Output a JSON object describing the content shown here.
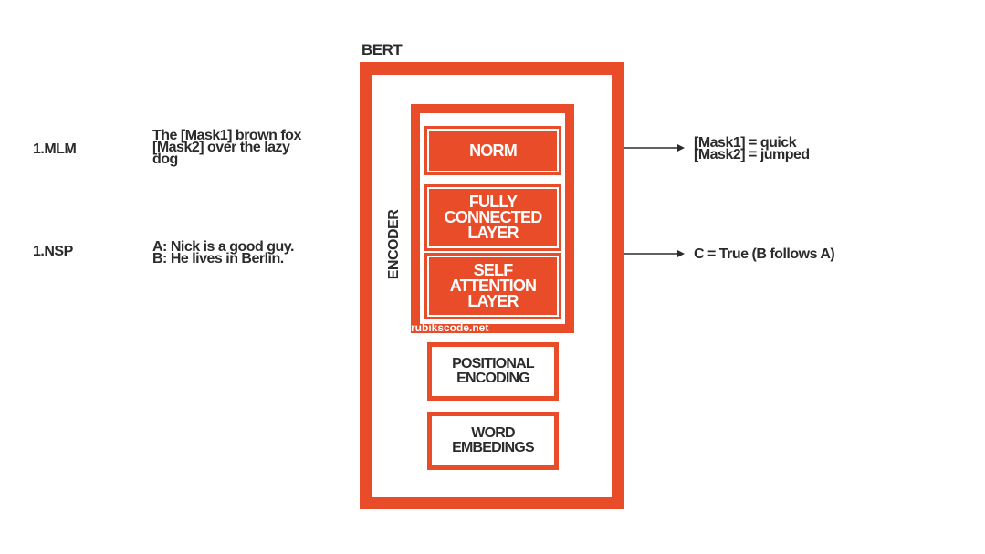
{
  "title": "BERT",
  "tasks": [
    {
      "label": "1.MLM",
      "example_lines": [
        "The [Mask1]  brown fox",
        "[Mask2]  over the lazy",
        "dog"
      ],
      "output_lines": [
        "[Mask1]  = quick",
        "[Mask2]  = jumped"
      ]
    },
    {
      "label": "1.NSP",
      "example_lines": [
        "A: Nick is a good guy.",
        "B: He lives in Berlin."
      ],
      "output_lines": [
        "C = True (B follows A)"
      ]
    }
  ],
  "encoder": {
    "label": "ENCODER",
    "blocks": [
      {
        "lines": [
          "NORM"
        ]
      },
      {
        "lines": [
          "FULLY",
          "CONNECTED",
          "LAYER"
        ]
      },
      {
        "lines": [
          "SELF",
          "ATTENTION",
          "LAYER"
        ]
      }
    ]
  },
  "embedding_blocks": [
    {
      "lines": [
        "POSITIONAL",
        "ENCODING"
      ]
    },
    {
      "lines": [
        "WORD",
        "EMBEDINGS"
      ]
    }
  ],
  "watermark": "rubikscode.net",
  "colors": {
    "accent": "#e84c28",
    "text": "#2b2b2b",
    "background": "#ffffff"
  }
}
